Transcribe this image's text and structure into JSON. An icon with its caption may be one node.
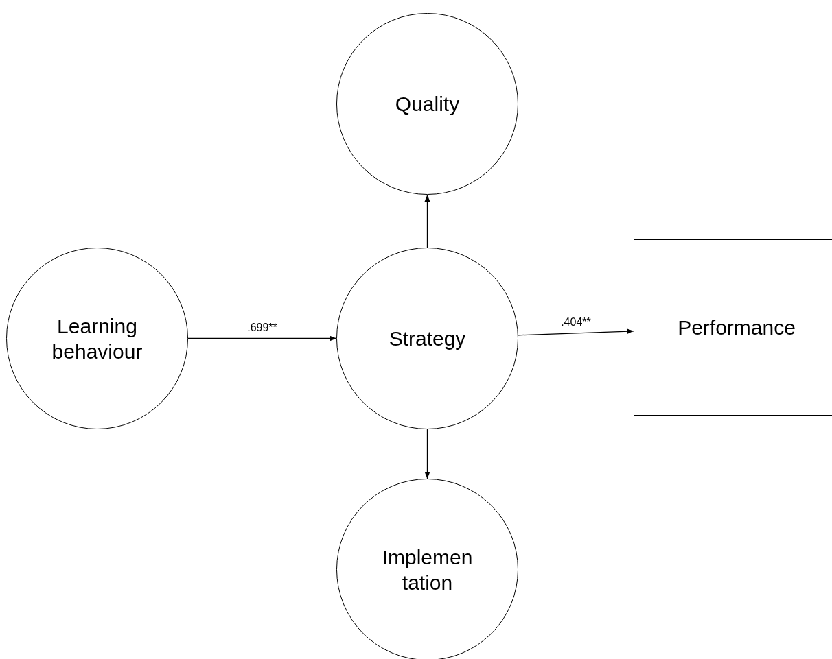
{
  "diagram": {
    "nodes": [
      {
        "text": [
          "Quality"
        ]
      },
      {
        "text": [
          "Learning behaviour"
        ]
      },
      {
        "text": [
          "Strategy"
        ]
      },
      {
        "text": [
          "Performance"
        ]
      },
      {
        "text": [
          "Implemen tation"
        ]
      }
    ],
    "edges": [
      {
        "from": 2,
        "to": 0,
        "arrow": "to"
      },
      {
        "from": 1,
        "to": 2,
        "arrow": "to",
        "label": ".699**"
      },
      {
        "from": 2,
        "to": 3,
        "arrow": "to",
        "label": ".404**"
      },
      {
        "from": 2,
        "to": 4,
        "arrow": "to"
      }
    ]
  }
}
